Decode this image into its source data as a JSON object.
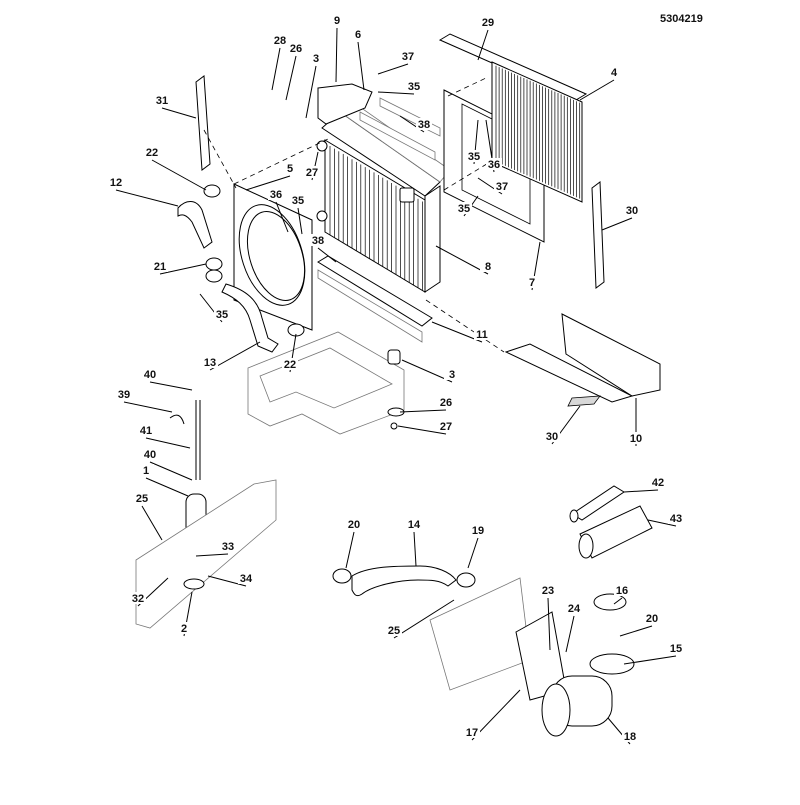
{
  "document_number": "5304219",
  "callouts": [
    {
      "id": "c9",
      "label": "9"
    },
    {
      "id": "c6",
      "label": "6"
    },
    {
      "id": "c29",
      "label": "29"
    },
    {
      "id": "c28",
      "label": "28"
    },
    {
      "id": "c26a",
      "label": "26"
    },
    {
      "id": "c3a",
      "label": "3"
    },
    {
      "id": "c37a",
      "label": "37"
    },
    {
      "id": "c35a",
      "label": "35"
    },
    {
      "id": "c4",
      "label": "4"
    },
    {
      "id": "c31",
      "label": "31"
    },
    {
      "id": "c38a",
      "label": "38"
    },
    {
      "id": "c35b",
      "label": "35"
    },
    {
      "id": "c36a",
      "label": "36"
    },
    {
      "id": "c37b",
      "label": "37"
    },
    {
      "id": "c35c",
      "label": "35"
    },
    {
      "id": "c22a",
      "label": "22"
    },
    {
      "id": "c5",
      "label": "5"
    },
    {
      "id": "c27a",
      "label": "27"
    },
    {
      "id": "c12",
      "label": "12"
    },
    {
      "id": "c36b",
      "label": "36"
    },
    {
      "id": "c35d",
      "label": "35"
    },
    {
      "id": "c30a",
      "label": "30"
    },
    {
      "id": "c38b",
      "label": "38"
    },
    {
      "id": "c8",
      "label": "8"
    },
    {
      "id": "c21",
      "label": "21"
    },
    {
      "id": "c7",
      "label": "7"
    },
    {
      "id": "c35e",
      "label": "35"
    },
    {
      "id": "c11",
      "label": "11"
    },
    {
      "id": "c13",
      "label": "13"
    },
    {
      "id": "c22b",
      "label": "22"
    },
    {
      "id": "c3b",
      "label": "3"
    },
    {
      "id": "c40a",
      "label": "40"
    },
    {
      "id": "c39",
      "label": "39"
    },
    {
      "id": "c26b",
      "label": "26"
    },
    {
      "id": "c27b",
      "label": "27"
    },
    {
      "id": "c41",
      "label": "41"
    },
    {
      "id": "c30b",
      "label": "30"
    },
    {
      "id": "c10",
      "label": "10"
    },
    {
      "id": "c40b",
      "label": "40"
    },
    {
      "id": "c1",
      "label": "1"
    },
    {
      "id": "c42",
      "label": "42"
    },
    {
      "id": "c25a",
      "label": "25"
    },
    {
      "id": "c43",
      "label": "43"
    },
    {
      "id": "c20a",
      "label": "20"
    },
    {
      "id": "c14",
      "label": "14"
    },
    {
      "id": "c19",
      "label": "19"
    },
    {
      "id": "c33",
      "label": "33"
    },
    {
      "id": "c34",
      "label": "34"
    },
    {
      "id": "c32",
      "label": "32"
    },
    {
      "id": "c16",
      "label": "16"
    },
    {
      "id": "c23",
      "label": "23"
    },
    {
      "id": "c2",
      "label": "2"
    },
    {
      "id": "c25b",
      "label": "25"
    },
    {
      "id": "c24",
      "label": "24"
    },
    {
      "id": "c20b",
      "label": "20"
    },
    {
      "id": "c15",
      "label": "15"
    },
    {
      "id": "c17",
      "label": "17"
    },
    {
      "id": "c18",
      "label": "18"
    }
  ]
}
